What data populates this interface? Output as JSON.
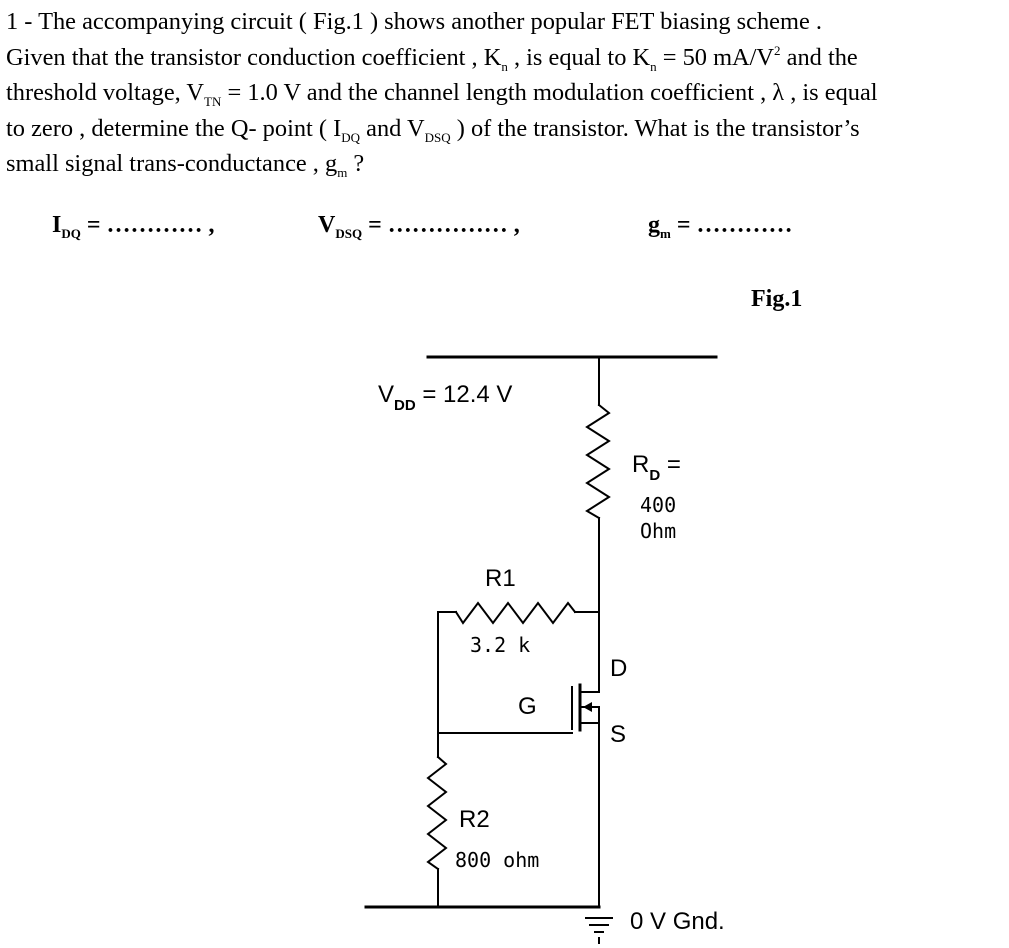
{
  "question": {
    "line1": "1 - The accompanying circuit ( Fig.1 ) shows another popular FET biasing scheme .",
    "line2_a": "Given that the transistor conduction coefficient , K",
    "line2_sub1": "n",
    "line2_b": " , is equal to K",
    "line2_sub2": "n",
    "line2_c": " = 50 mA/V",
    "line2_sup": "2",
    "line2_d": " and the",
    "line3_a": "threshold voltage, V",
    "line3_sub": "TN",
    "line3_b": " = 1.0 V and the channel length modulation coefficient , λ , is equal",
    "line4_a": "to zero , determine the Q- point ( I",
    "line4_sub1": "DQ",
    "line4_b": " and V",
    "line4_sub2": "DSQ",
    "line4_c": " ) of the transistor. What is the transistor’s",
    "line5_a": "small signal trans-conductance , g",
    "line5_sub": "m",
    "line5_b": " ?"
  },
  "answers": {
    "idq_sym": "I",
    "idq_sub": "DQ",
    "idq_blank": " = ………… ,",
    "vdsq_sym": "V",
    "vdsq_sub": "DSQ",
    "vdsq_blank": " = …………… ,",
    "gm_sym": "g",
    "gm_sub": "m",
    "gm_blank": " = …………"
  },
  "figure": {
    "label": "Fig.1",
    "vdd_sym": "V",
    "vdd_sub": "DD",
    "vdd_value": " = 12.4 V",
    "rd_sym": "R",
    "rd_sub": "D",
    "rd_eq": " =",
    "rd_value": "400",
    "rd_unit": "Ohm",
    "r1_name": "R1",
    "r1_value": "3.2 k",
    "r2_name": "R2",
    "r2_value": "800 ohm",
    "gate_label": "G",
    "drain_label": "D",
    "source_label": "S",
    "ground_label": "0 V Gnd."
  }
}
